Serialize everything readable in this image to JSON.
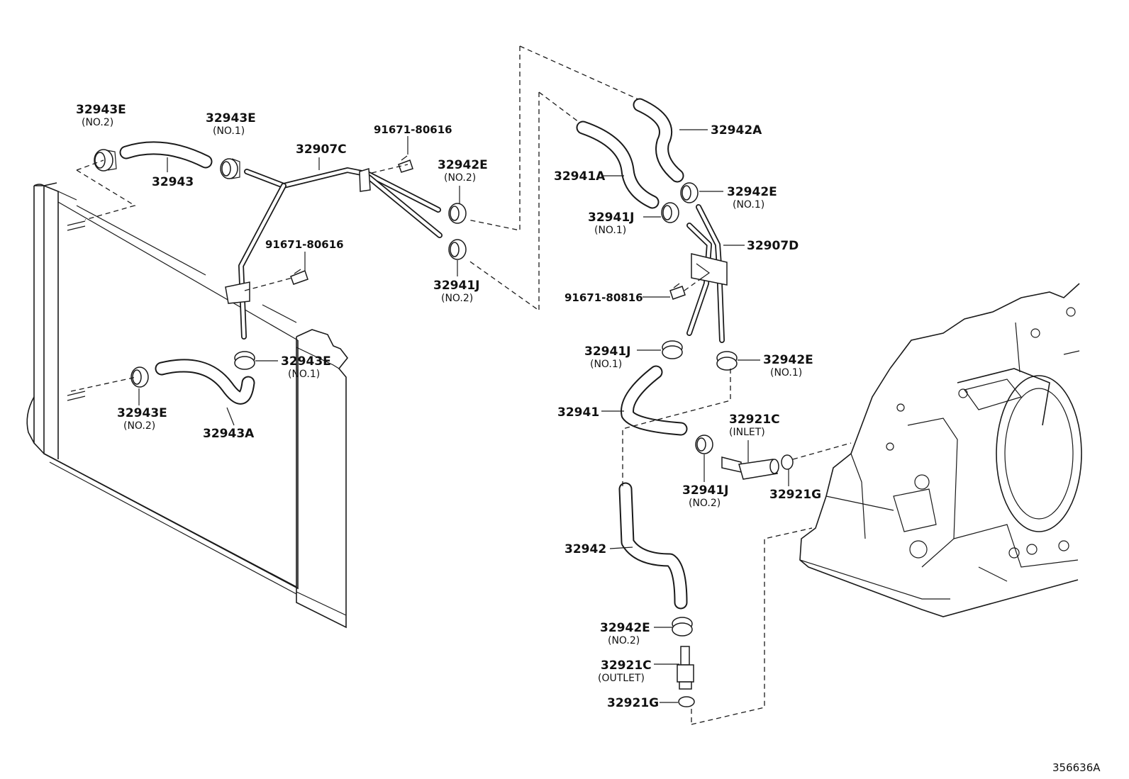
{
  "diagram": {
    "figure_code": "356636A",
    "labels": {
      "l_32943E_no2_top": {
        "part": "32943E",
        "note": "(NO.2)"
      },
      "l_32943E_no1_top": {
        "part": "32943E",
        "note": "(NO.1)"
      },
      "l_32943": {
        "part": "32943"
      },
      "l_32907C": {
        "part": "32907C"
      },
      "l_91671_80616_top": {
        "part": "91671-80616"
      },
      "l_32942E_no2_upper": {
        "part": "32942E",
        "note": "(NO.2)"
      },
      "l_91671_80616_mid": {
        "part": "91671-80616"
      },
      "l_32941J_no2_upper": {
        "part": "32941J",
        "note": "(NO.2)"
      },
      "l_32943E_no1_mid": {
        "part": "32943E",
        "note": "(NO.1)"
      },
      "l_32943E_no2_lower": {
        "part": "32943E",
        "note": "(NO.2)"
      },
      "l_32943A": {
        "part": "32943A"
      },
      "l_32942A": {
        "part": "32942A"
      },
      "l_32941A": {
        "part": "32941A"
      },
      "l_32942E_no1_upper": {
        "part": "32942E",
        "note": "(NO.1)"
      },
      "l_32941J_no1_upper": {
        "part": "32941J",
        "note": "(NO.1)"
      },
      "l_32907D": {
        "part": "32907D"
      },
      "l_91671_80816": {
        "part": "91671-80816"
      },
      "l_32941J_no1_lower": {
        "part": "32941J",
        "note": "(NO.1)"
      },
      "l_32942E_no1_lower": {
        "part": "32942E",
        "note": "(NO.1)"
      },
      "l_32941": {
        "part": "32941"
      },
      "l_32921C_inlet": {
        "part": "32921C",
        "note": "(INLET)"
      },
      "l_32941J_no2_lower": {
        "part": "32941J",
        "note": "(NO.2)"
      },
      "l_32921G_right": {
        "part": "32921G"
      },
      "l_32942": {
        "part": "32942"
      },
      "l_32942E_no2_lower": {
        "part": "32942E",
        "note": "(NO.2)"
      },
      "l_32921C_outlet": {
        "part": "32921C",
        "note": "(OUTLET)"
      },
      "l_32921G_bottom": {
        "part": "32921G"
      }
    }
  }
}
